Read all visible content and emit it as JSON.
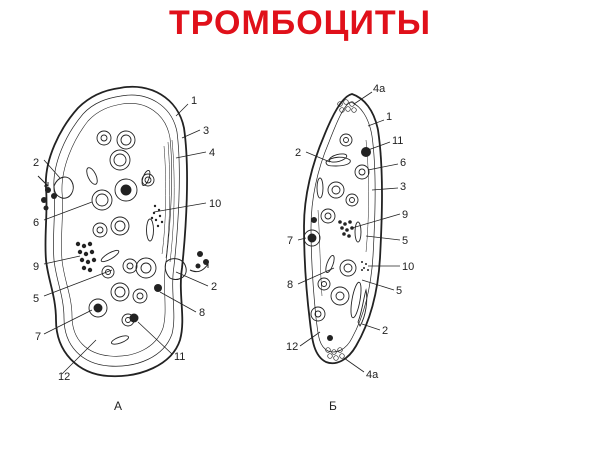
{
  "title": "ТРОМБОЦИТЫ",
  "colors": {
    "title": "#e0101a",
    "ink": "#222222"
  },
  "figures": {
    "a": {
      "caption": "А",
      "labels": [
        "1",
        "3",
        "4",
        "2",
        "6",
        "10",
        "9",
        "5",
        "2",
        "8",
        "7",
        "11",
        "12"
      ]
    },
    "b": {
      "caption": "Б",
      "labels": [
        "4а",
        "1",
        "11",
        "2",
        "6",
        "3",
        "9",
        "7",
        "5",
        "10",
        "8",
        "5",
        "2",
        "12",
        "4а"
      ]
    }
  }
}
